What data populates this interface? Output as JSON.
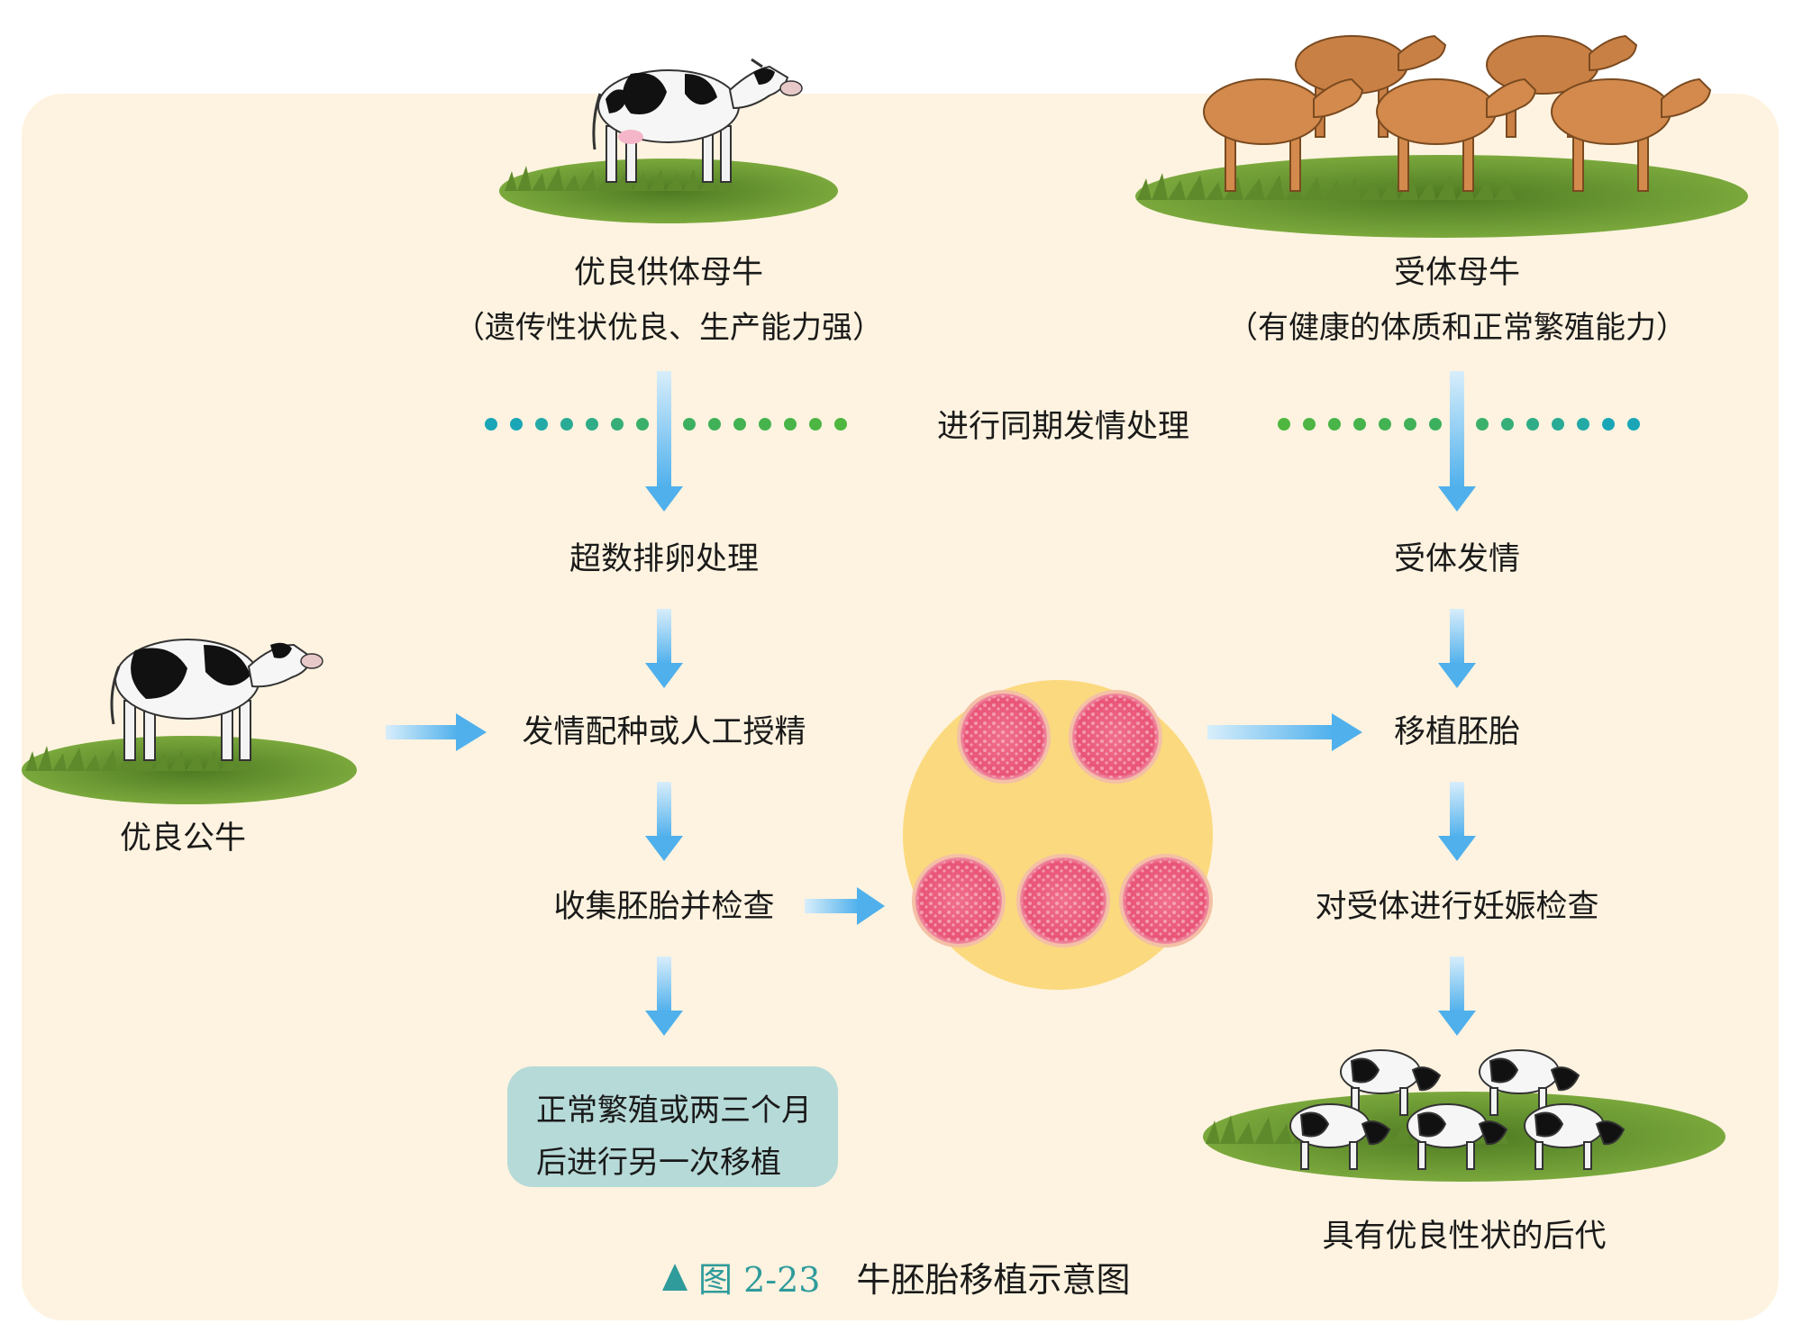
{
  "labels": {
    "donor_title": "优良供体母牛",
    "donor_sub": "（遗传性状优良、生产能力强）",
    "recipient_title": "受体母牛",
    "recipient_sub": "（有健康的体质和正常繁殖能力）",
    "sync": "进行同期发情处理",
    "superovulation": "超数排卵处理",
    "recipient_estrus": "受体发情",
    "mating": "发情配种或人工授精",
    "bull": "优良公牛",
    "transfer": "移植胚胎",
    "collect": "收集胚胎并检查",
    "pregnancy_check": "对受体进行妊娠检查",
    "offspring": "具有优良性状的后代"
  },
  "note": {
    "line1": "正常繁殖或两三个月",
    "line2": "后进行另一次移植"
  },
  "caption": {
    "number": "图 2-23",
    "title": "牛胚胎移植示意图"
  },
  "icons": {
    "donor_cow": "holstein-cow-icon",
    "bull": "holstein-bull-icon",
    "recipient_cows": "brown-cows-herd-icon",
    "embryos": "embryo-cluster-icon",
    "offspring": "calves-herd-icon"
  },
  "colors": {
    "panel": "#fef3e0",
    "arrow": "#5bb8ef",
    "note_bg": "#b6dad8",
    "caption_accent": "#2f9b9b",
    "embryo_disc": "#fbd97e",
    "embryo": "#ec5d7c",
    "grass": "#5f8a2c"
  }
}
